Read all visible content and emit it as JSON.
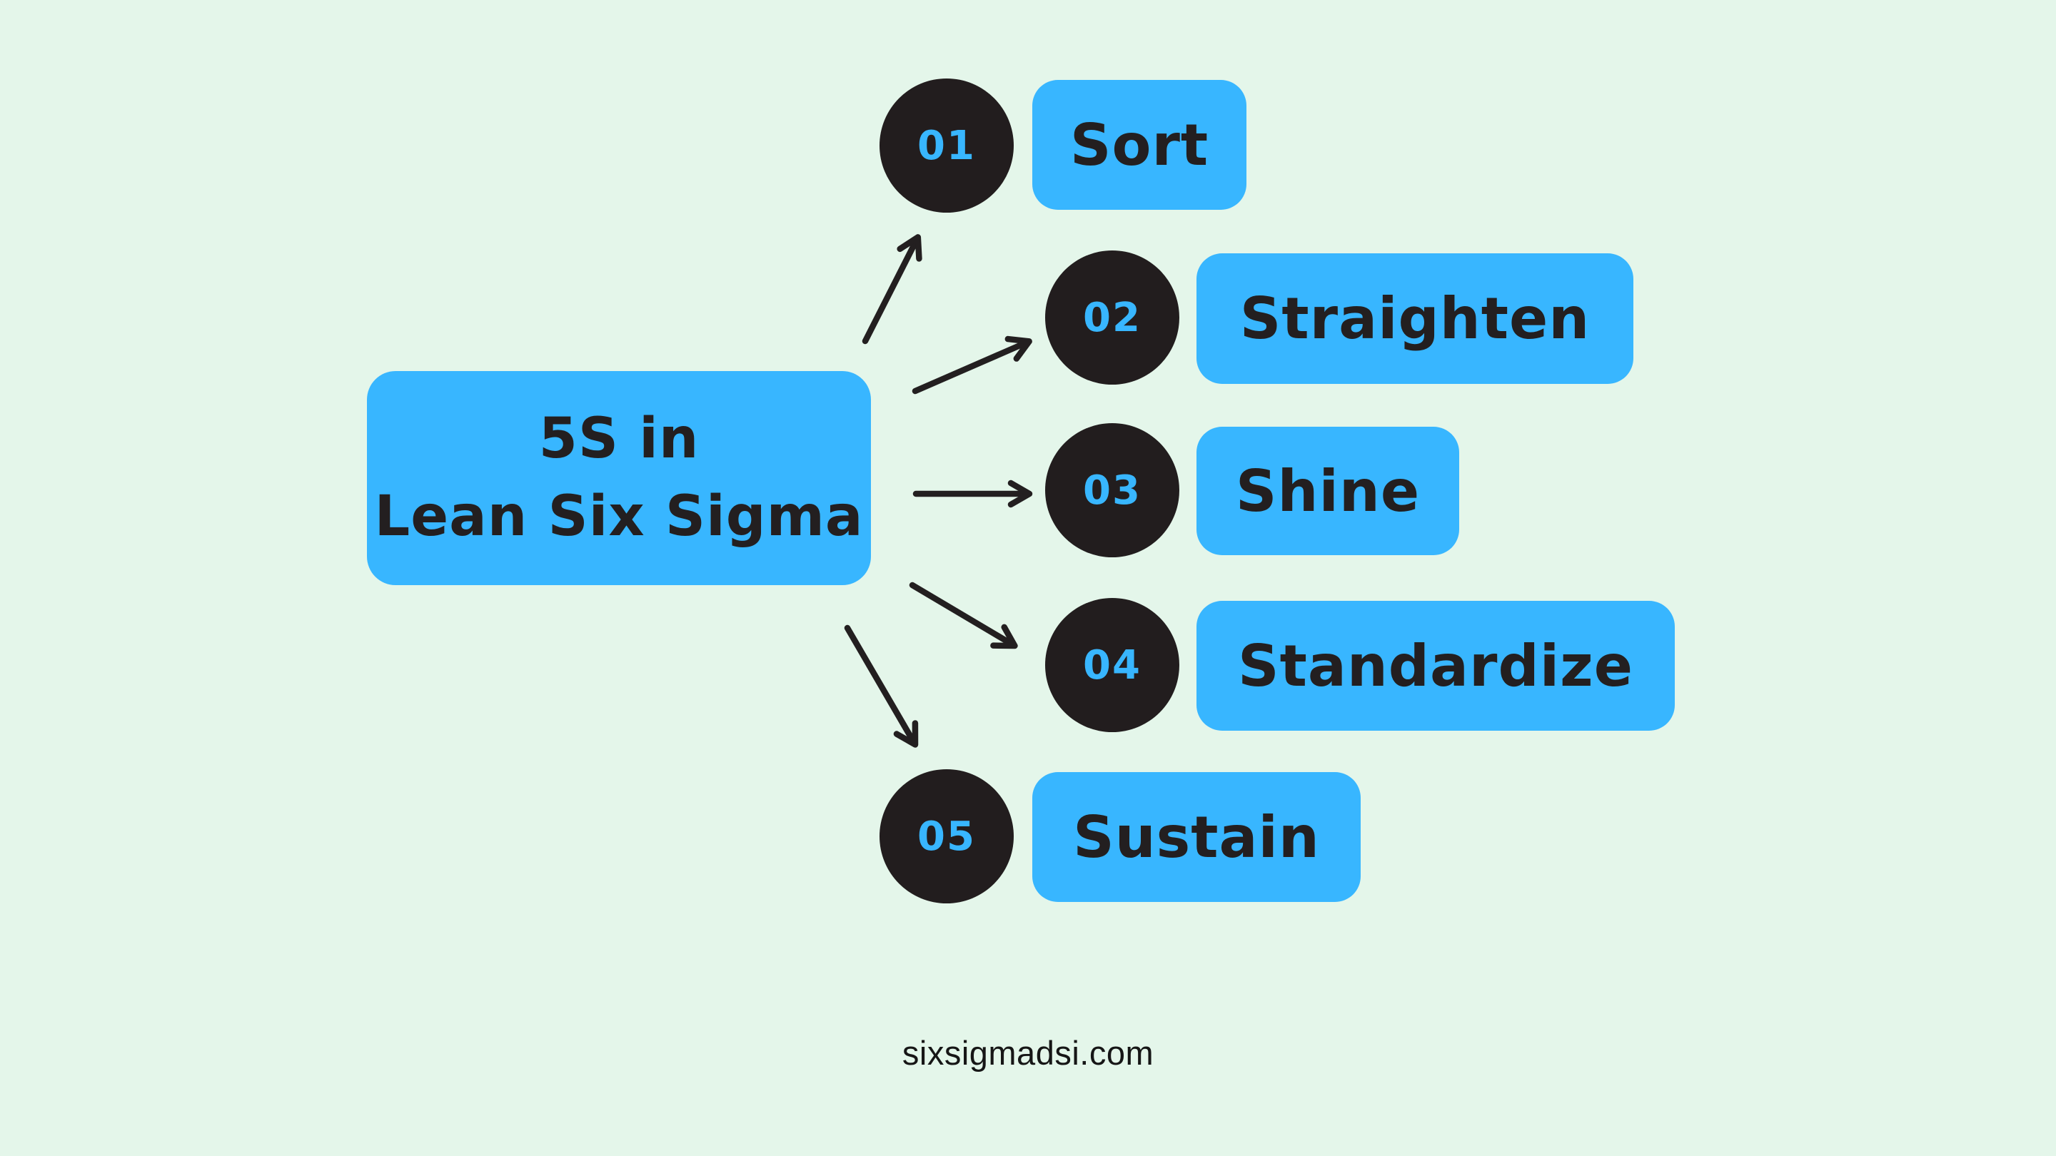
{
  "colors": {
    "background": "#e4f6ea",
    "accent_blue": "#38b6ff",
    "dark_text": "#231f20",
    "circle_black": "#221d1e"
  },
  "center": {
    "title_line1": "5S in",
    "title_line2": "Lean Six Sigma"
  },
  "steps": [
    {
      "number": "01",
      "label": "Sort"
    },
    {
      "number": "02",
      "label": "Straighten"
    },
    {
      "number": "03",
      "label": "Shine"
    },
    {
      "number": "04",
      "label": "Standardize"
    },
    {
      "number": "05",
      "label": "Sustain"
    }
  ],
  "footer": {
    "site": "sixsigmadsi.com"
  }
}
